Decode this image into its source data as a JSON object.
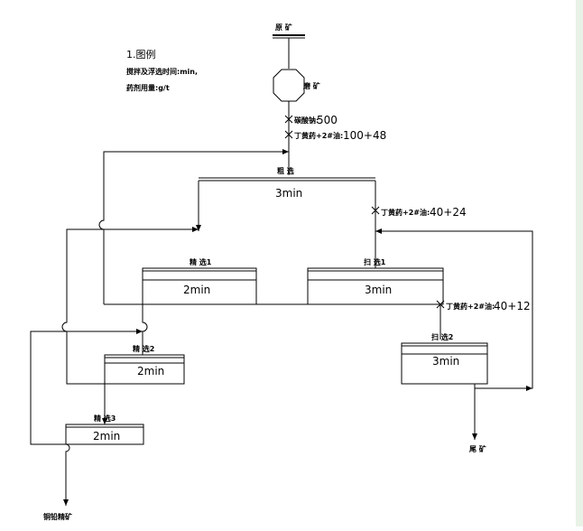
{
  "notes": {
    "title": "1.图例",
    "line1": "搅拌及浮选时间:min,",
    "line2": "药剂用量:g/t"
  },
  "feed": {
    "label": "原 矿"
  },
  "grinding": {
    "label": "磨 矿"
  },
  "reagents": {
    "r1_label": "碳酸钠:",
    "r1_value": "500",
    "r2_label": "丁黄药+2#油:",
    "r2_value": "100+48",
    "r3_label": "丁黄药+2#油:",
    "r3_value": "40+24",
    "r4_label": "丁黄药+2#油:",
    "r4_value": "40+12"
  },
  "cells": {
    "rougher": {
      "label": "粗 选",
      "time": "3min"
    },
    "cleaner1": {
      "label": "精 选1",
      "time": "2min"
    },
    "scav1": {
      "label": "扫 选1",
      "time": "3min"
    },
    "cleaner2": {
      "label": "精 选2",
      "time": "2min"
    },
    "scav2": {
      "label": "扫 选2",
      "time": "3min"
    },
    "cleaner3": {
      "label": "精 选3",
      "time": "2min"
    }
  },
  "products": {
    "tailings": "尾 矿",
    "concentrate": "铜铅精矿"
  }
}
